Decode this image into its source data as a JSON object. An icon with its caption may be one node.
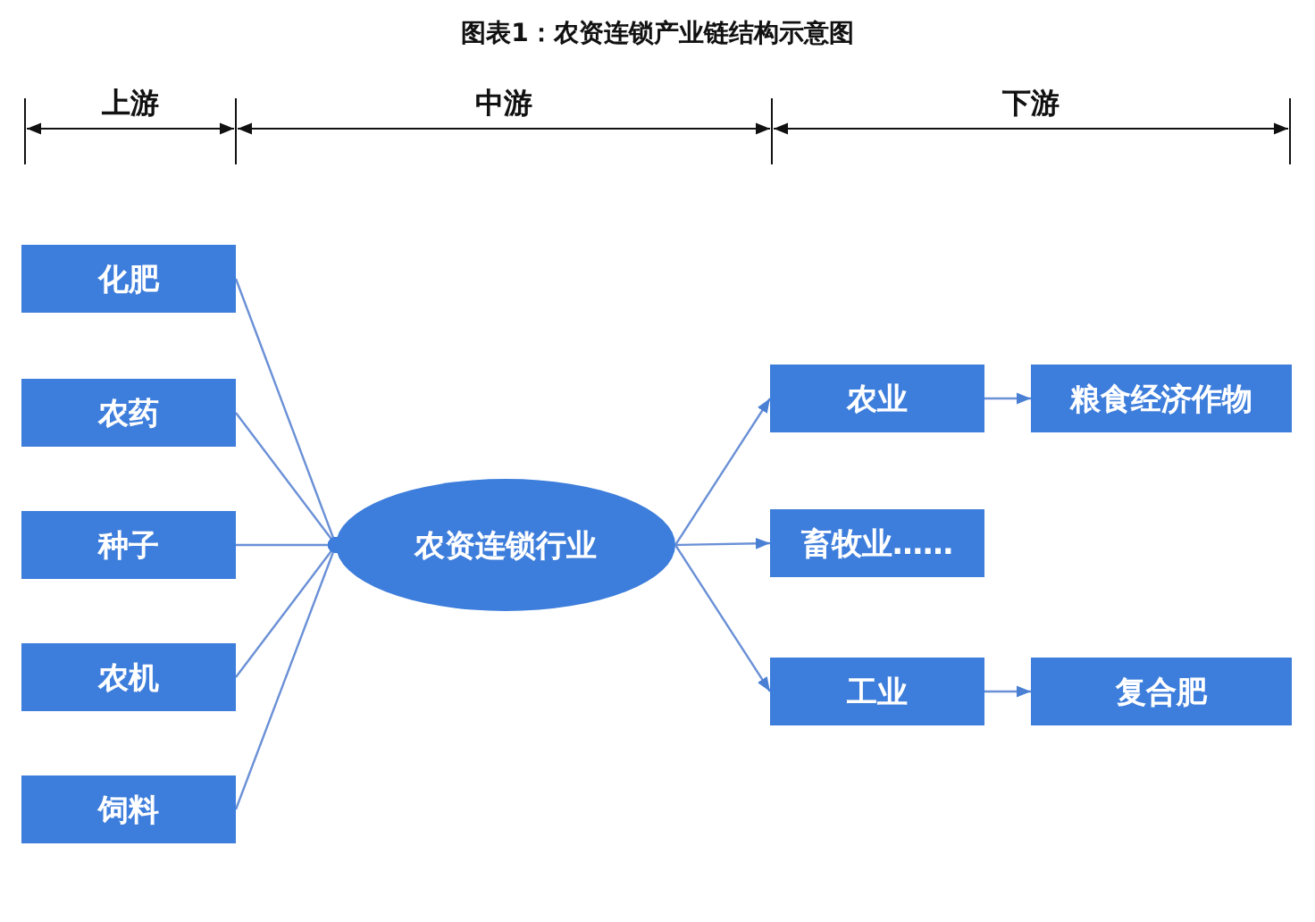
{
  "diagram": {
    "title": "图表1：农资连锁产业链结构示意图",
    "nodes": [
      {
        "text": [
          "化肥"
        ]
      },
      {
        "text": [
          "农药"
        ]
      },
      {
        "text": [
          "种子"
        ]
      },
      {
        "text": [
          "农机"
        ]
      },
      {
        "text": [
          "饲料"
        ]
      },
      {
        "text": [
          "农资连锁行业"
        ]
      },
      {
        "text": [
          "农业"
        ]
      },
      {
        "text": [
          "粮食经济作物"
        ]
      },
      {
        "text": [
          "畜牧业……"
        ]
      },
      {
        "text": [
          "工业"
        ]
      },
      {
        "text": [
          "复合肥"
        ]
      }
    ],
    "edges": [
      {
        "from": 0,
        "to": 5,
        "arrow": "other"
      },
      {
        "from": 1,
        "to": 5,
        "arrow": "other"
      },
      {
        "from": 2,
        "to": 5,
        "arrow": "other"
      },
      {
        "from": 3,
        "to": 5,
        "arrow": "other"
      },
      {
        "from": 4,
        "to": 5,
        "arrow": "other"
      },
      {
        "from": 5,
        "to": 6,
        "arrow": "to"
      },
      {
        "from": 5,
        "to": 8,
        "arrow": "to"
      },
      {
        "from": 5,
        "to": 9,
        "arrow": "to"
      },
      {
        "from": 6,
        "to": 7,
        "arrow": "to"
      },
      {
        "from": 9,
        "to": 10,
        "arrow": "to"
      }
    ],
    "labels": [
      "上游",
      "中游",
      "下游"
    ]
  }
}
